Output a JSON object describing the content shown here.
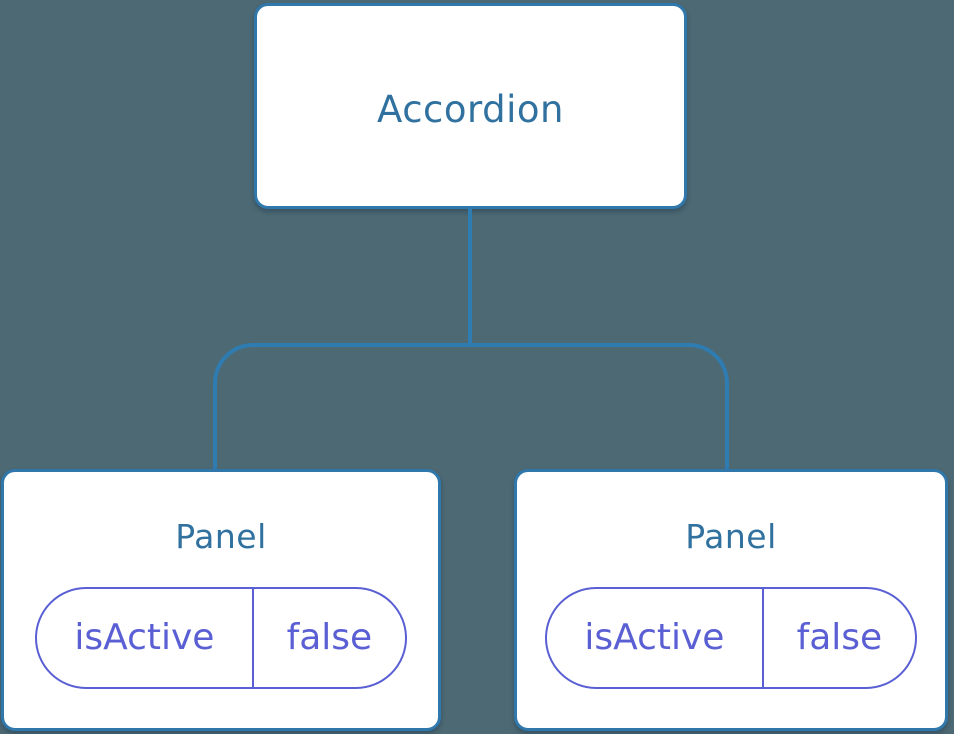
{
  "colors": {
    "background": "#4d6973",
    "box_border": "#3077ab",
    "connector_line": "#2e7cb2",
    "node_text": "#30719f",
    "state_accent": "#5a5fd4"
  },
  "diagram": {
    "root": {
      "label": "Accordion"
    },
    "children": [
      {
        "label": "Panel",
        "state": {
          "key": "isActive",
          "value": "false"
        }
      },
      {
        "label": "Panel",
        "state": {
          "key": "isActive",
          "value": "false"
        }
      }
    ]
  }
}
